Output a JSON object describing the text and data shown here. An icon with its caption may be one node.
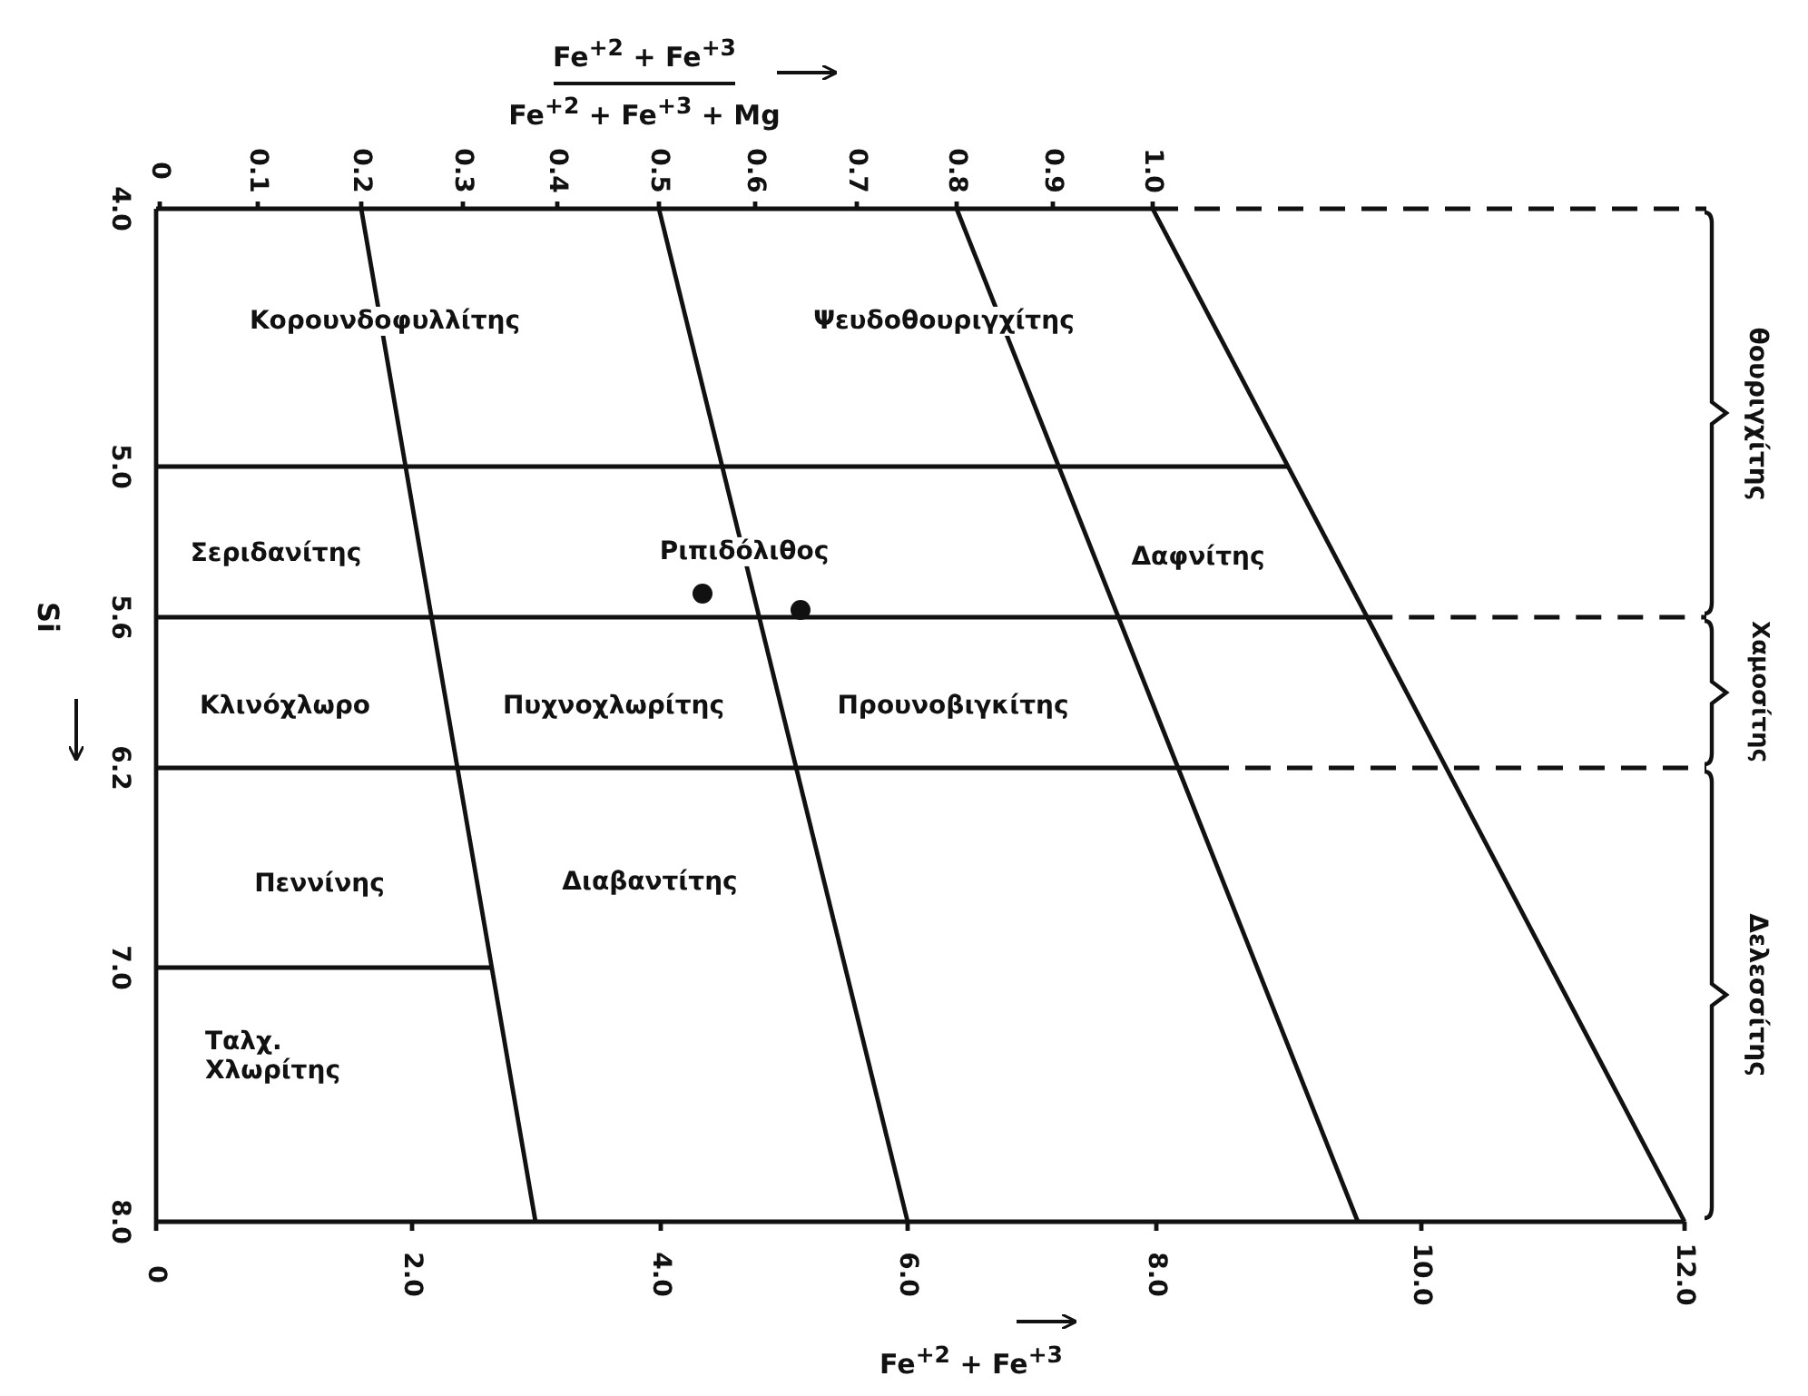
{
  "diagram": {
    "labels": [
      "Fe$^{+2}$ + Fe$^{+3}$",
      "Fe$^{+2}$ + Fe$^{+3}$ + Mg",
      "0",
      "0.1",
      "0.2",
      "0.3",
      "0.4",
      "0.5",
      "0.6",
      "0.7",
      "0.8",
      "0.9",
      "1.0",
      "4.0",
      "5.0",
      "5.6",
      "6.2",
      "7.0",
      "8.0",
      "Si",
      "Κορουνδοφυλλίτης",
      "Ψευδοθουριγχίτης",
      "θουριγχίτης",
      "Σεριδανίτης",
      "Ριπιδόλιθος",
      "Δαφνίτης",
      "Χαμοσίτης",
      "Κλινόχλωρο",
      "Πυχνοχλωρίτης",
      "Προυνοβιγκίτης",
      "Πεννίνης",
      "Διαβαντίτης",
      "Δελεσσίτης",
      "Ταλχ. Χλωρίτης",
      "0",
      "2.0",
      "4.0",
      "6.0",
      "8.0",
      "10.0",
      "12.0",
      "Fe$^{+2}$ + Fe$^{+3}$"
    ]
  }
}
